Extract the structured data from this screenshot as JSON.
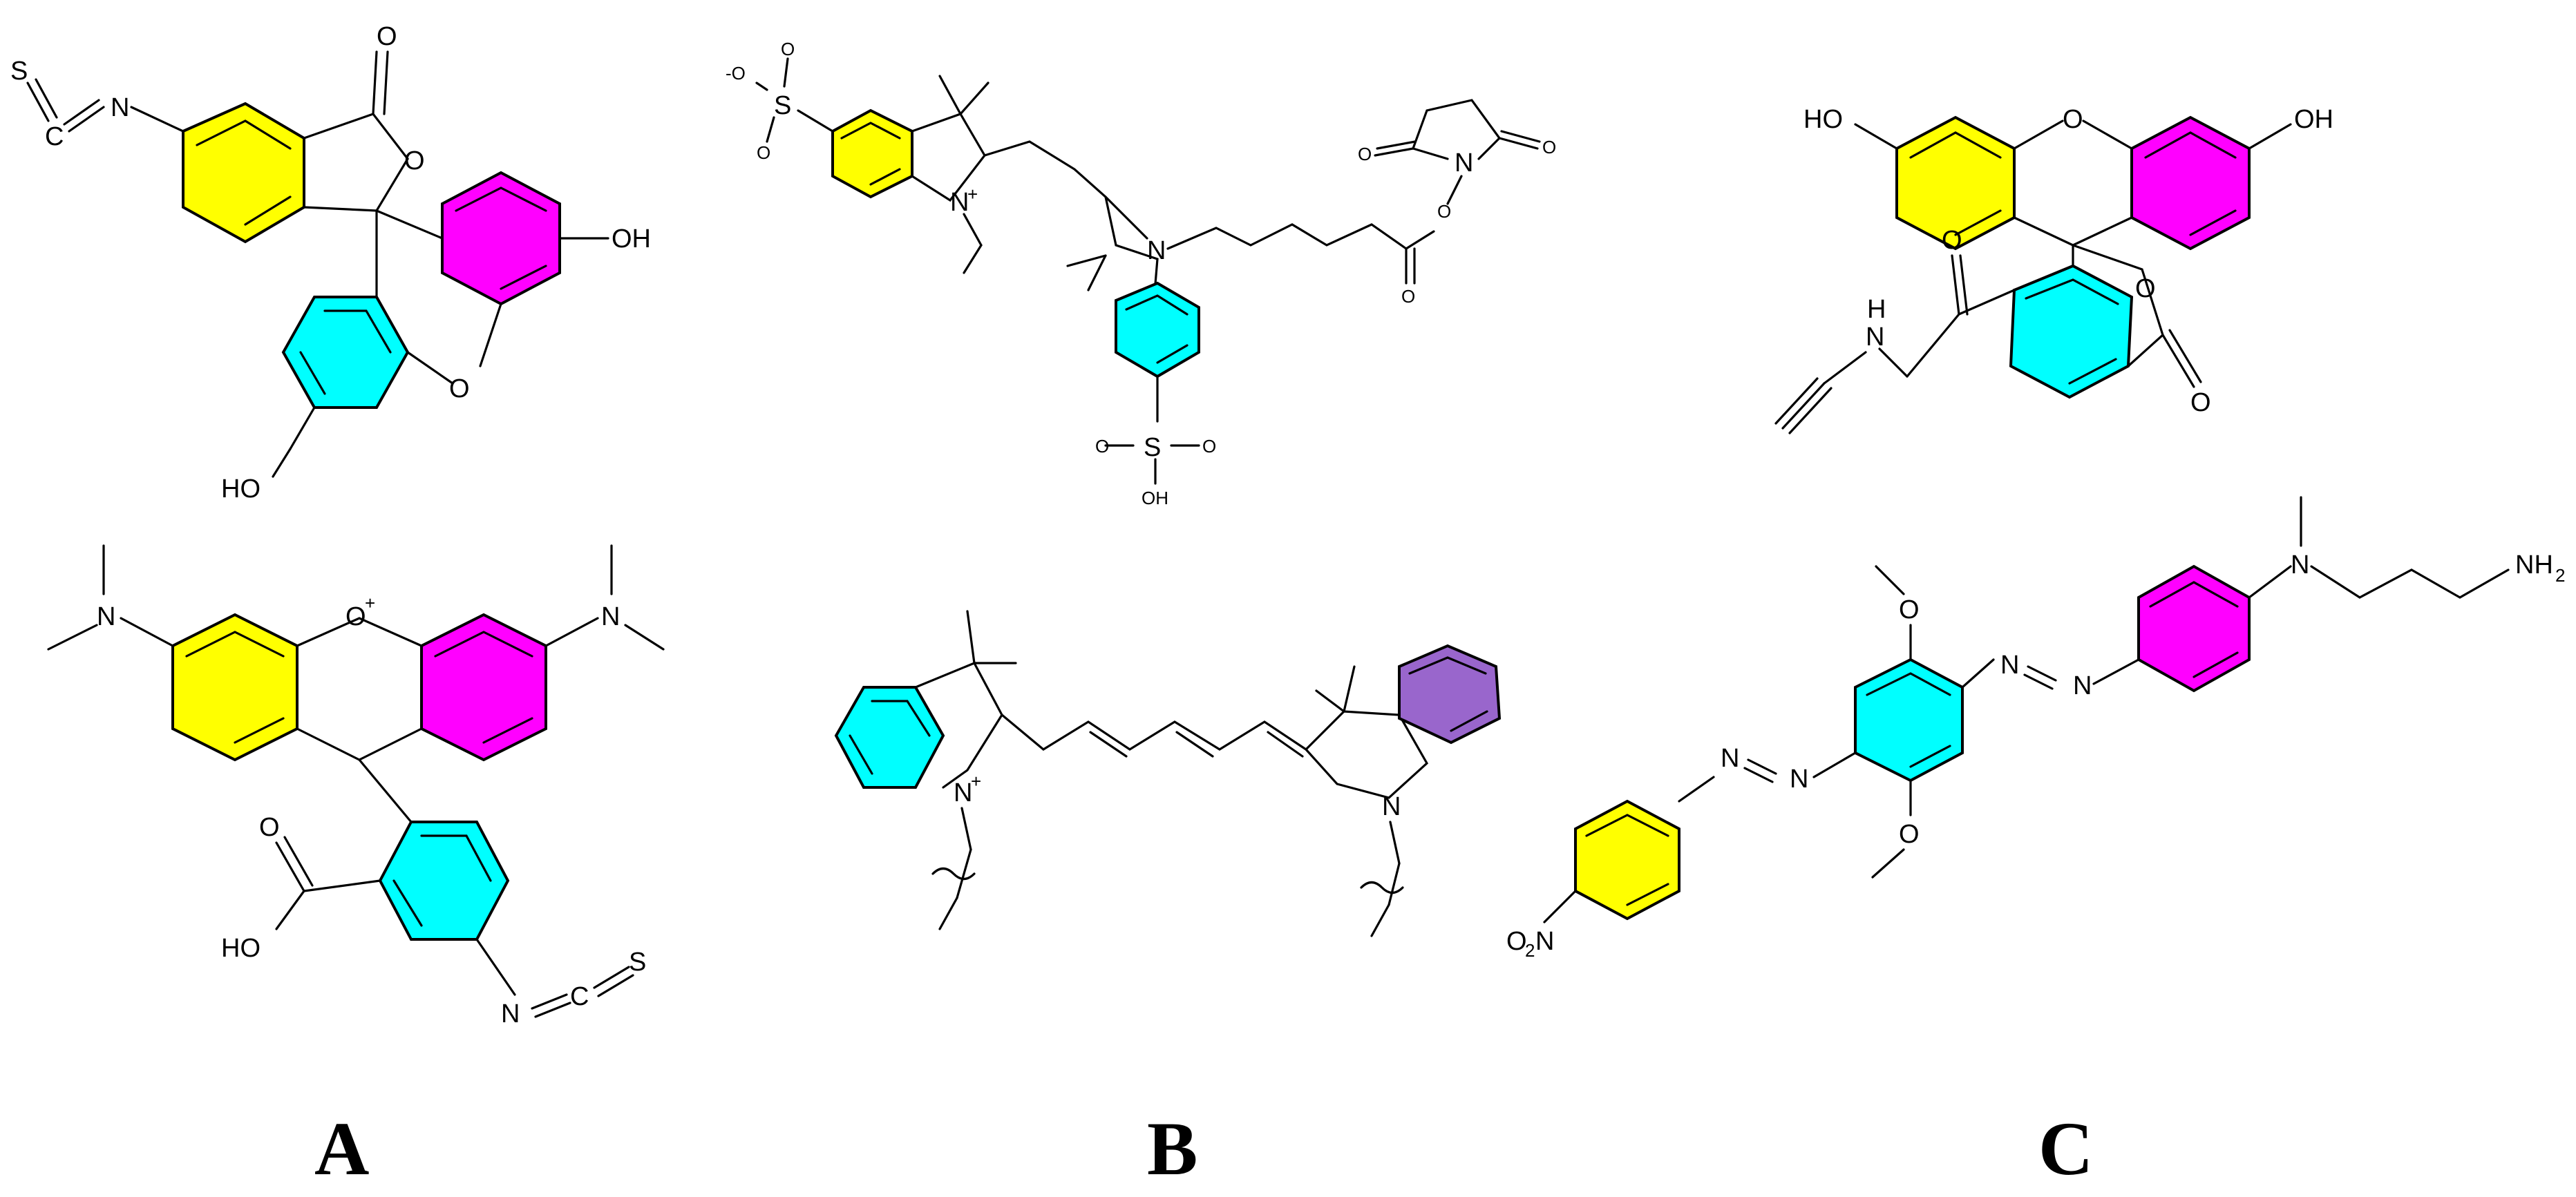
{
  "colors": {
    "yellow": "#ffff00",
    "magenta": "#ff00ff",
    "cyan": "#00ffff",
    "purple": "#9966cc"
  },
  "panels": {
    "a": "A",
    "b": "B",
    "c": "C"
  },
  "atoms": {
    "S": "S",
    "N": "N",
    "C": "C",
    "O": "O",
    "OH": "OH",
    "HO": "HO",
    "O_plus": "O",
    "plus": "+",
    "N_plus": "N",
    "minus_O": "-O",
    "H": "H",
    "NH2": "NH",
    "two": "2",
    "O2N": "O",
    "O2N_sub": "2",
    "O2N_N": "N"
  }
}
